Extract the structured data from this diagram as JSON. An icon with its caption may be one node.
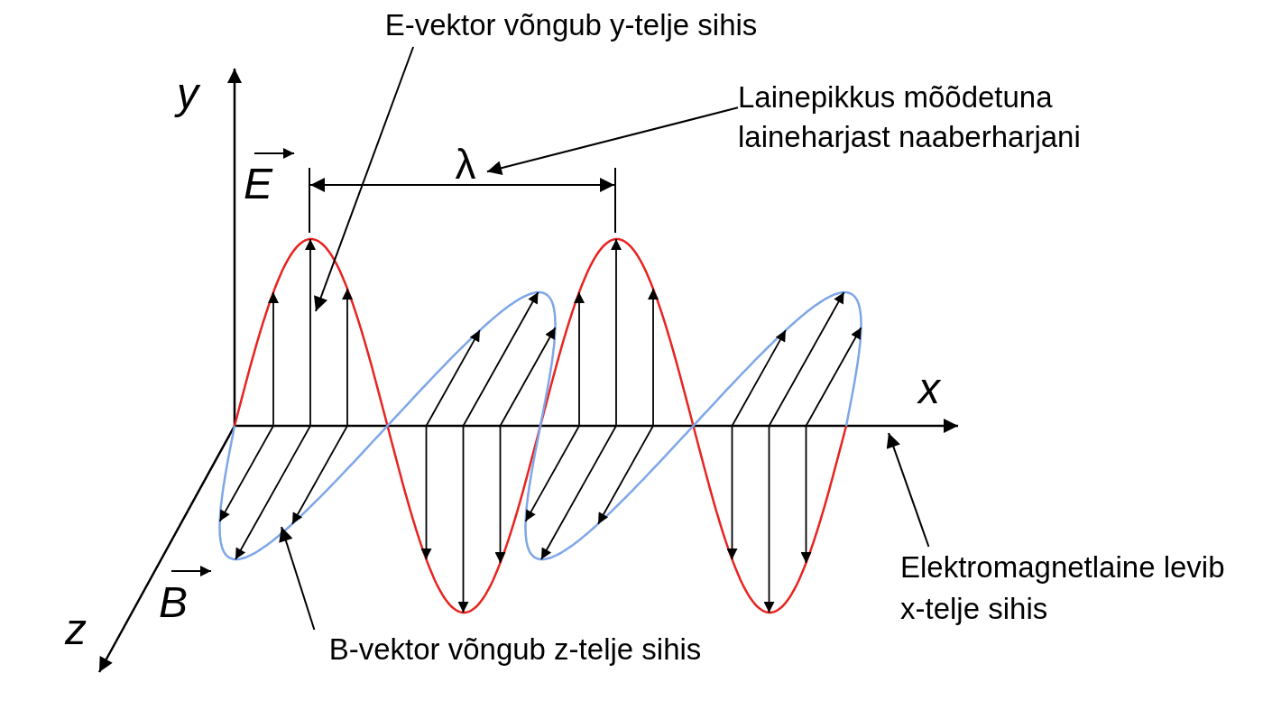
{
  "diagram": {
    "nodes": [
      {
        "text": [
          "E-vektor võngub y-telje sihis"
        ]
      },
      {
        "text": [
          "λ"
        ]
      },
      {
        "text": [
          "Lainepikkus mõõdetuna laineharjast naaberharjani"
        ]
      },
      {
        "text": [
          "Elektromagnetlaine levib x-telje sihis"
        ]
      },
      {
        "text": [
          "B-vektor võngub z-telje sihis"
        ]
      }
    ],
    "edges": [
      {
        "from": 0,
        "to": null,
        "arrow": "to"
      },
      {
        "from": 2,
        "to": 1,
        "arrow": "to"
      },
      {
        "from": 3,
        "to": null,
        "arrow": "to"
      },
      {
        "from": 4,
        "to": null,
        "arrow": "to"
      }
    ],
    "labels": [
      "y",
      "E",
      "x",
      "B",
      "z"
    ]
  }
}
